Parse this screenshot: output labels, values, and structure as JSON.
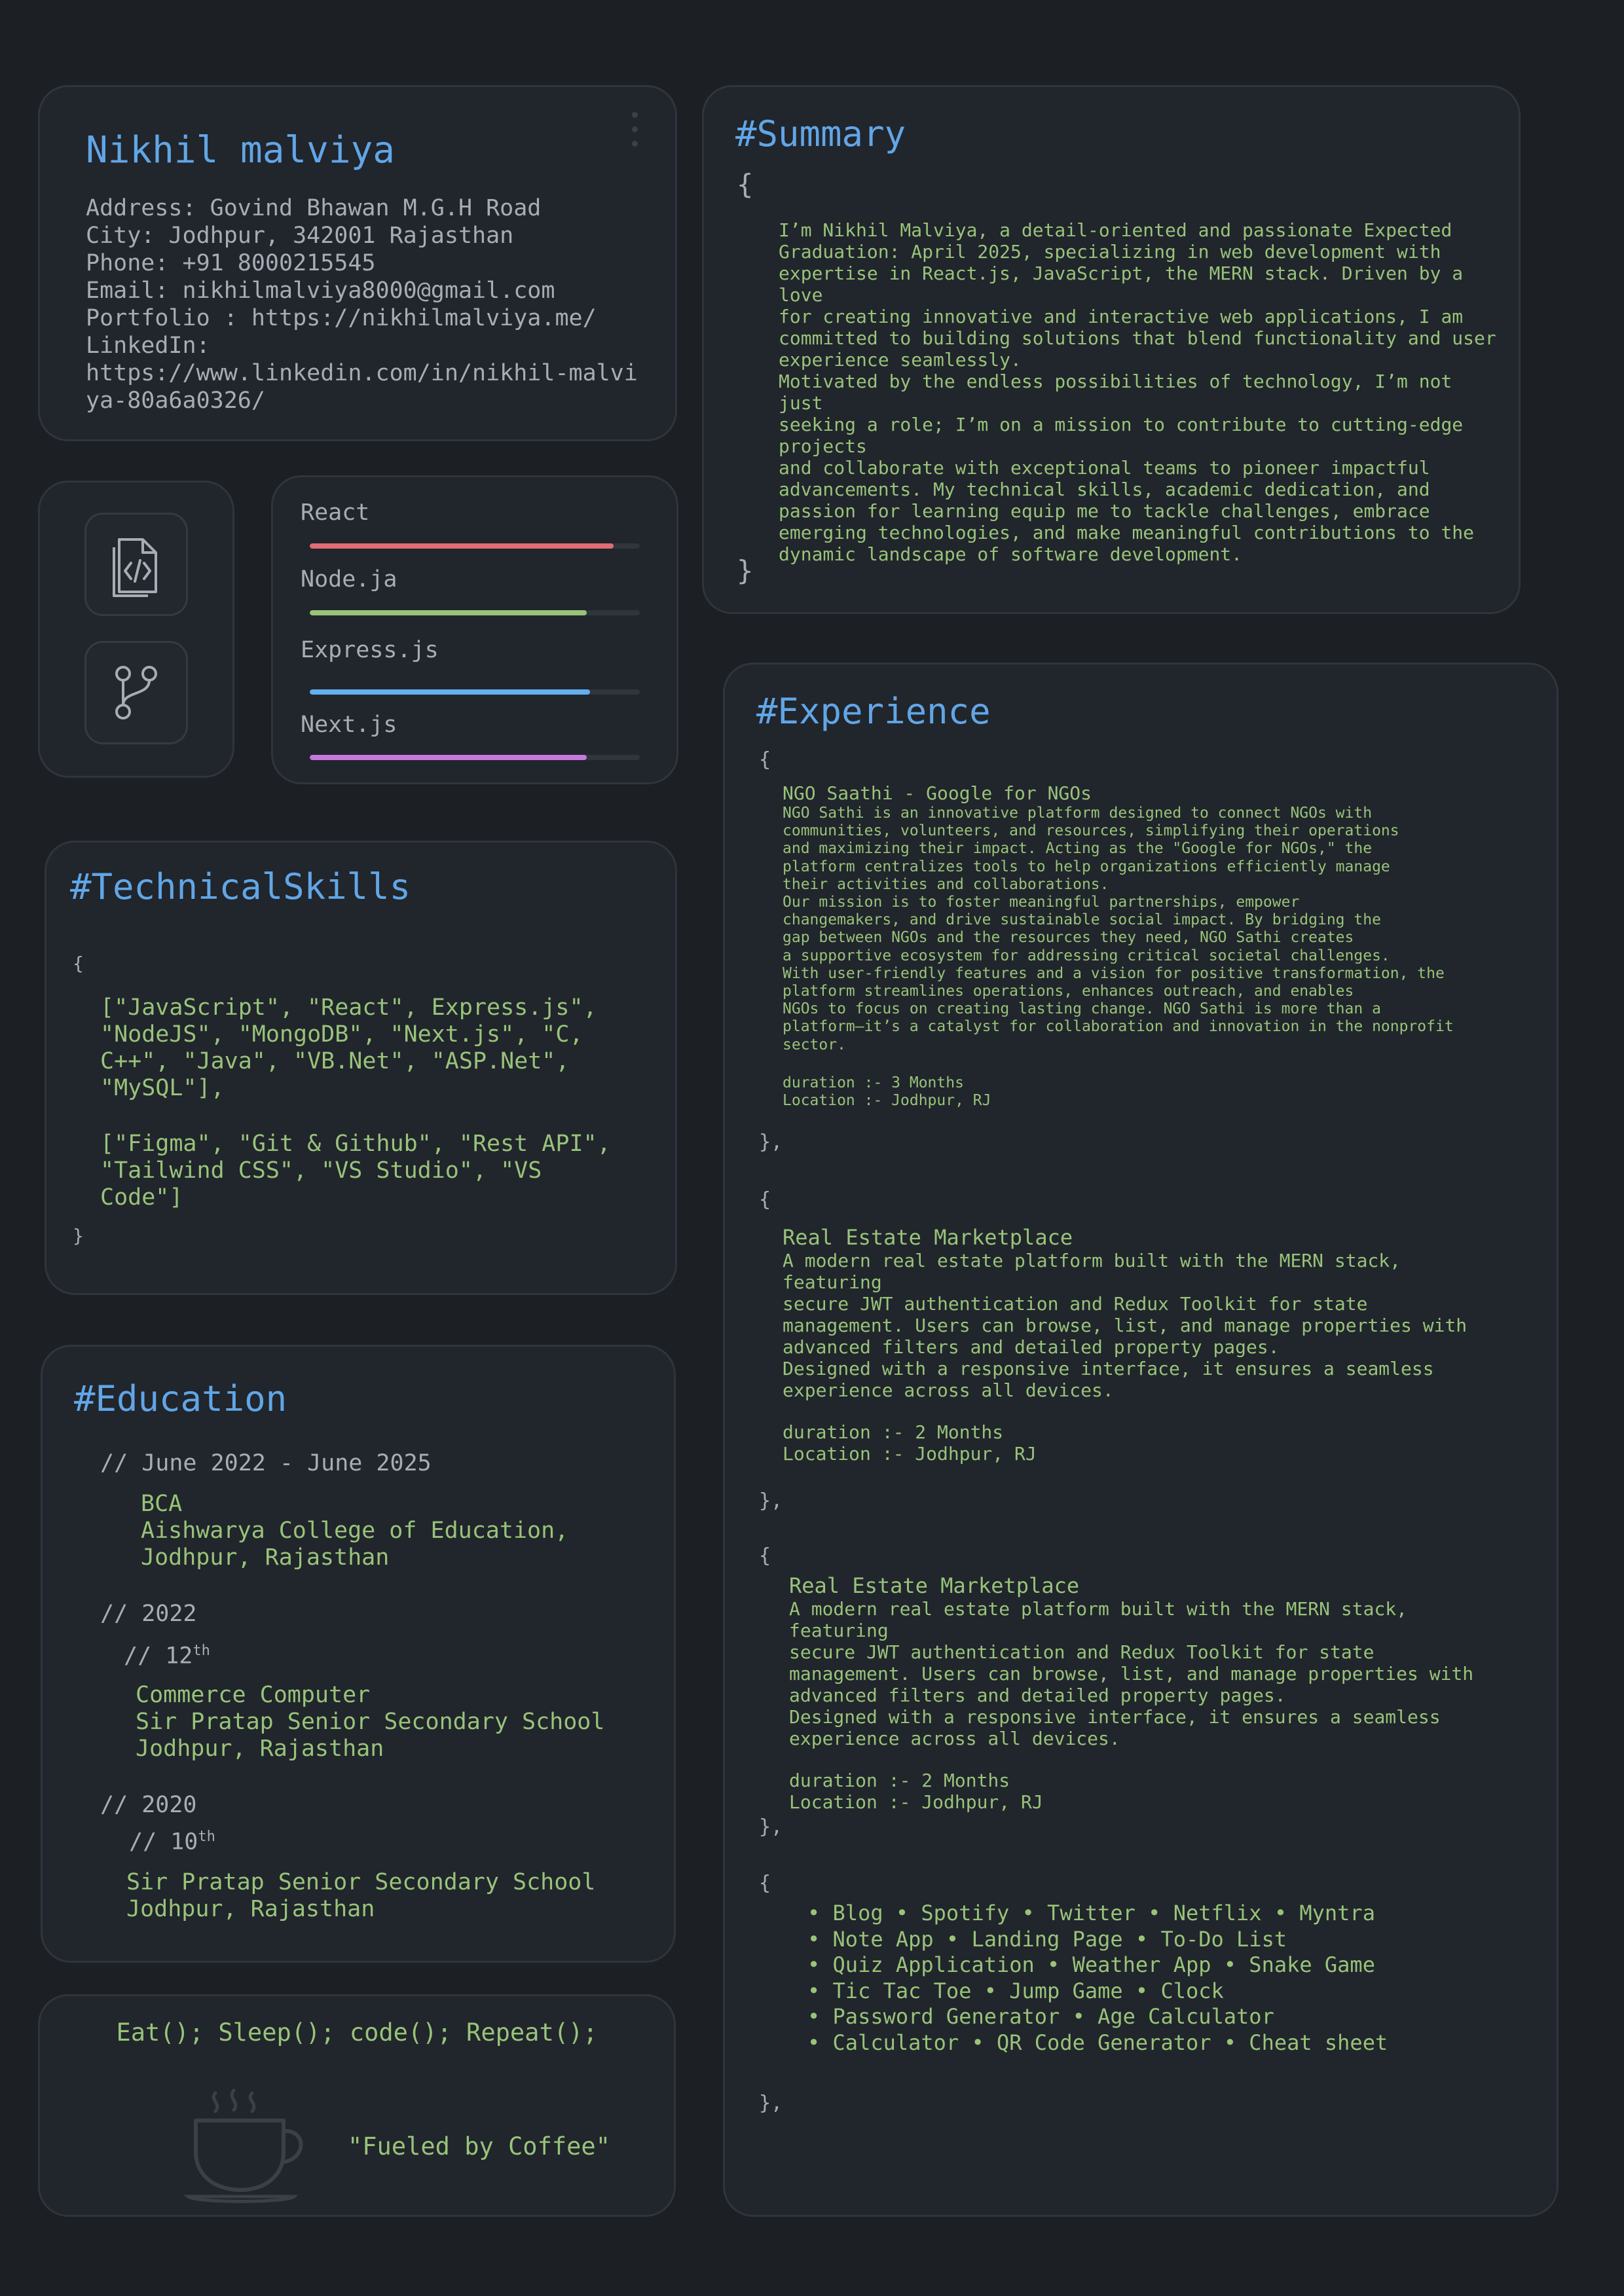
{
  "contact": {
    "name": "Nikhil malviya",
    "lines": [
      "Address: Govind Bhawan M.G.H Road",
      "City: Jodhpur, 342001 Rajasthan",
      "Phone: +91 8000215545",
      "Email: nikhilmalviya8000@gmail.com",
      "Portfolio : https://nikhilmalviya.me/",
      "LinkedIn:",
      "https://www.linkedin.com/in/nikhil-malviya-80a6a0326/"
    ]
  },
  "icons": [
    {
      "name": "code-file-icon"
    },
    {
      "name": "git-branch-icon"
    }
  ],
  "skills": [
    {
      "label": "React",
      "level": 0.92,
      "color": "#e06c75"
    },
    {
      "label": "Node.ja",
      "level": 0.84,
      "color": "#98c379"
    },
    {
      "label": "Express.js",
      "level": 0.85,
      "color": "#61afef"
    },
    {
      "label": "Next.js",
      "level": 0.84,
      "color": "#c678dd"
    }
  ],
  "technical_skills": {
    "title": "#TechnicalSkills",
    "open": "{",
    "close": "}",
    "list1": "[\"JavaScript\", \"React\", Express.js\", \"NodeJS\", \"MongoDB\", \"Next.js\", \"C, C++\", \"Java\", \"VB.Net\", \"ASP.Net\", \"MySQL\"],",
    "list2": "[\"Figma\", \"Git & Github\", \"Rest API\", \"Tailwind CSS\", \"VS Studio\", \"VS Code\"]"
  },
  "education": {
    "title": "#Education",
    "e1": {
      "period": "// June 2022 - June 2025",
      "lines": "BCA\nAishwarya College of Education,\nJodhpur, Rajasthan"
    },
    "e2": {
      "period": "// 2022",
      "grade": "// 12",
      "sup": "th",
      "lines": "Commerce Computer\nSir Pratap Senior Secondary School\nJodhpur, Rajasthan"
    },
    "e3": {
      "period": "// 2020",
      "grade": "// 10",
      "sup": "th",
      "lines": "Sir Pratap Senior Secondary School\nJodhpur, Rajasthan"
    }
  },
  "coffee": {
    "motto": "Eat(); Sleep(); code(); Repeat();",
    "quote": "\"Fueled by Coffee\""
  },
  "summary": {
    "title": "#Summary",
    "open": "{",
    "close": "}",
    "body": "I’m Nikhil Malviya, a detail-oriented and passionate Expected\nGraduation: April 2025, specializing in web development with\nexpertise in React.js, JavaScript, the MERN stack. Driven by a\nlove\nfor creating innovative and interactive web applications, I am\ncommitted to building solutions that blend functionality and user\nexperience seamlessly.\nMotivated by the endless possibilities of technology, I’m not just\nseeking a role; I’m on a mission to contribute to cutting-edge\nprojects\nand collaborate with exceptional teams to pioneer impactful\nadvancements. My technical skills, academic dedication, and\npassion for learning equip me to tackle challenges, embrace\nemerging technologies, and make meaningful contributions to the\ndynamic landscape of software development."
  },
  "experience": {
    "title": "#Experience",
    "ngo": {
      "open": "{",
      "title": "NGO Saathi - Google for NGOs",
      "desc": "NGO Sathi is an innovative platform designed to connect NGOs with\ncommunities, volunteers, and resources, simplifying their operations\nand maximizing their impact. Acting as the \"Google for NGOs,\" the\nplatform centralizes tools to help organizations efficiently manage\ntheir activities and collaborations.\nOur mission is to foster meaningful partnerships, empower\nchangemakers, and drive sustainable social impact. By bridging the\ngap between NGOs and the resources they need, NGO Sathi creates\na supportive ecosystem for addressing critical societal challenges.\nWith user-friendly features and a vision for positive transformation, the\nplatform streamlines operations, enhances outreach, and enables\nNGOs to focus on creating lasting change. NGO Sathi is more than a\nplatform—it’s a catalyst for collaboration and innovation in the nonprofit\nsector.",
      "meta": "duration :- 3 Months\nLocation :- Jodhpur, RJ",
      "close": "},"
    },
    "re1": {
      "open": "{",
      "title": "Real Estate Marketplace",
      "desc": "A modern real estate platform built with the MERN stack,\nfeaturing\nsecure JWT authentication and Redux Toolkit for state\nmanagement. Users can browse, list, and manage properties with\nadvanced filters and detailed property pages.\nDesigned with a responsive interface, it ensures a seamless\nexperience across all devices.",
      "meta": "duration :- 2 Months\nLocation :- Jodhpur, RJ",
      "close": "},"
    },
    "re2": {
      "open": "{",
      "title": "Real Estate Marketplace",
      "desc": "A modern real estate platform built with the MERN stack,\nfeaturing\nsecure JWT authentication and Redux Toolkit for state\nmanagement. Users can browse, list, and manage properties with\nadvanced filters and detailed property pages.\nDesigned with a responsive interface, it ensures a seamless\nexperience across all devices.",
      "meta": "duration :- 2 Months\nLocation :- Jodhpur, RJ",
      "close": "},"
    },
    "projects": {
      "open": "{",
      "items": [
        "• Blog • Spotify • Twitter • Netflix • Myntra",
        "• Note App • Landing Page • To-Do List",
        "• Quiz Application • Weather App • Snake Game",
        "• Tic Tac Toe • Jump Game • Clock",
        "• Password Generator • Age Calculator",
        "• Calculator • QR Code Generator • Cheat sheet"
      ],
      "close": "},"
    }
  }
}
